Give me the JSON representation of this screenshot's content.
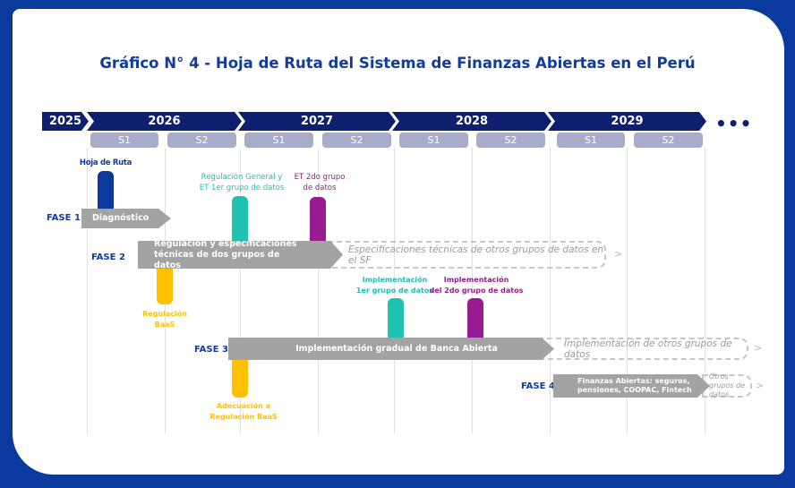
{
  "title": "Gráfico N° 4 - Hoja de Ruta del Sistema de Finanzas Abiertas en el Perú",
  "years": [
    "2025",
    "2026",
    "2027",
    "2028",
    "2029"
  ],
  "more": "•••",
  "semesters": [
    "S1",
    "S2",
    "S1",
    "S2",
    "S1",
    "S2",
    "S1",
    "S2"
  ],
  "phases": {
    "f1": "FASE 1",
    "f2": "FASE 2",
    "f3": "FASE 3",
    "f4": "FASE 4"
  },
  "bars": {
    "diagnostico": "Diagnóstico",
    "regulacion": "Regulación y especificaciones técnicas de dos grupos de datos",
    "especificaciones_otros": "Especificaciones técnicas de otros grupos de datos en el SF",
    "implementacion": "Implementación gradual de Banca Abierta",
    "implementacion_otros": "Implementación de otros grupos de datos",
    "finanzas": "Finanzas Abiertas: seguros, pensiones, COOPAC, Fintech",
    "otros": "Otros grupos de datos"
  },
  "milestones": {
    "hoja": "Hoja de Ruta",
    "reg_general": "Regulación General y",
    "reg_general2": "ET 1er grupo de datos",
    "et2": "ET 2do grupo",
    "et2b": "de datos",
    "baas": "Regulación",
    "baas2": "BaaS",
    "impl1": "Implementación",
    "impl1b": "1er grupo de datos",
    "impl2": "Implementación",
    "impl2b": "del 2do grupo de datos",
    "adec": "Adecuación a",
    "adec2": "Regulación BaaS"
  },
  "colors": {
    "navy": "#0e1f6f",
    "blue": "#0b3a9e",
    "teal": "#1fc2b1",
    "purple": "#951c91",
    "yellow": "#ffc000",
    "gray": "#a3a3a3"
  }
}
